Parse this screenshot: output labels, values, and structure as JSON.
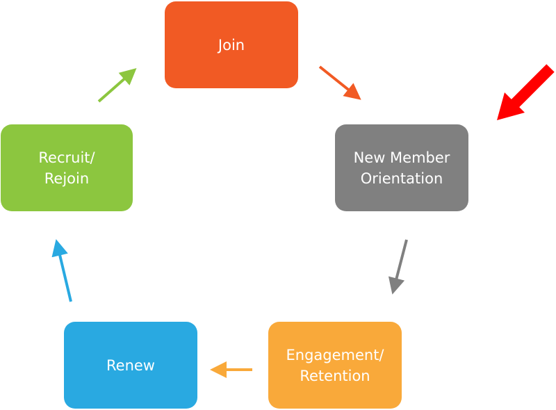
{
  "nodes": [
    {
      "id": "join",
      "label": "Join",
      "color": "#f15a24"
    },
    {
      "id": "orientation",
      "label": "New Member\nOrientation",
      "color": "#808080"
    },
    {
      "id": "engagement",
      "label": "Engagement/\nRetention",
      "color": "#f9a93a"
    },
    {
      "id": "renew",
      "label": "Renew",
      "color": "#29a9e1"
    },
    {
      "id": "recruit",
      "label": "Recruit/\nRejoin",
      "color": "#8cc63f"
    }
  ],
  "cycle": [
    "join",
    "orientation",
    "engagement",
    "renew",
    "recruit",
    "join"
  ],
  "highlight": {
    "target": "orientation",
    "color": "#ff0000",
    "icon": "red-pointer-arrow-icon"
  }
}
